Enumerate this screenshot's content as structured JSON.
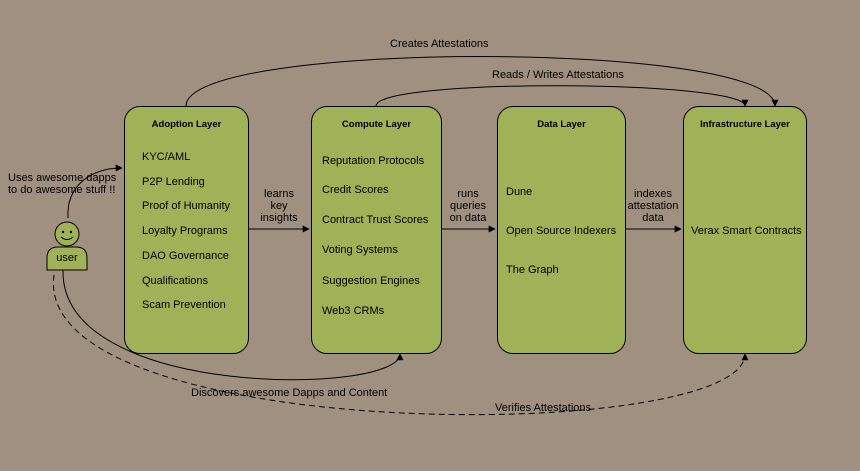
{
  "layers": [
    {
      "title": "Adoption Layer",
      "items": [
        "KYC/AML",
        "P2P Lending",
        "Proof of Humanity",
        "Loyalty Programs",
        "DAO Governance",
        "Qualifications",
        "Scam Prevention"
      ]
    },
    {
      "title": "Compute Layer",
      "items": [
        "Reputation  Protocols",
        "Credit Scores",
        "Contract Trust Scores",
        "Voting Systems",
        "Suggestion Engines",
        "Web3 CRMs"
      ]
    },
    {
      "title": "Data Layer",
      "items": [
        "Dune",
        "Open Source Indexers",
        "The Graph"
      ]
    },
    {
      "title": "Infrastructure Layer",
      "items": [
        "Verax Smart Contracts"
      ]
    }
  ],
  "user": {
    "label": "user"
  },
  "edges": {
    "creates_attestations": "Creates Attestations",
    "reads_writes_attestations": "Reads / Writes Attestations",
    "learns_key_insights": [
      "learns",
      "key",
      "insights"
    ],
    "runs_queries": [
      "runs",
      "queries",
      "on data"
    ],
    "indexes_attestation_data": [
      "indexes",
      "attestation",
      "data"
    ],
    "uses_dapps": [
      "Uses awesome dapps",
      "to do awesome stuff !!"
    ],
    "discovers": "Discovers awesome Dapps and Content",
    "verifies": "Verifies Attestations"
  },
  "colors": {
    "background": "#a09080",
    "box_fill": "#a0b258",
    "stroke": "#000000"
  }
}
